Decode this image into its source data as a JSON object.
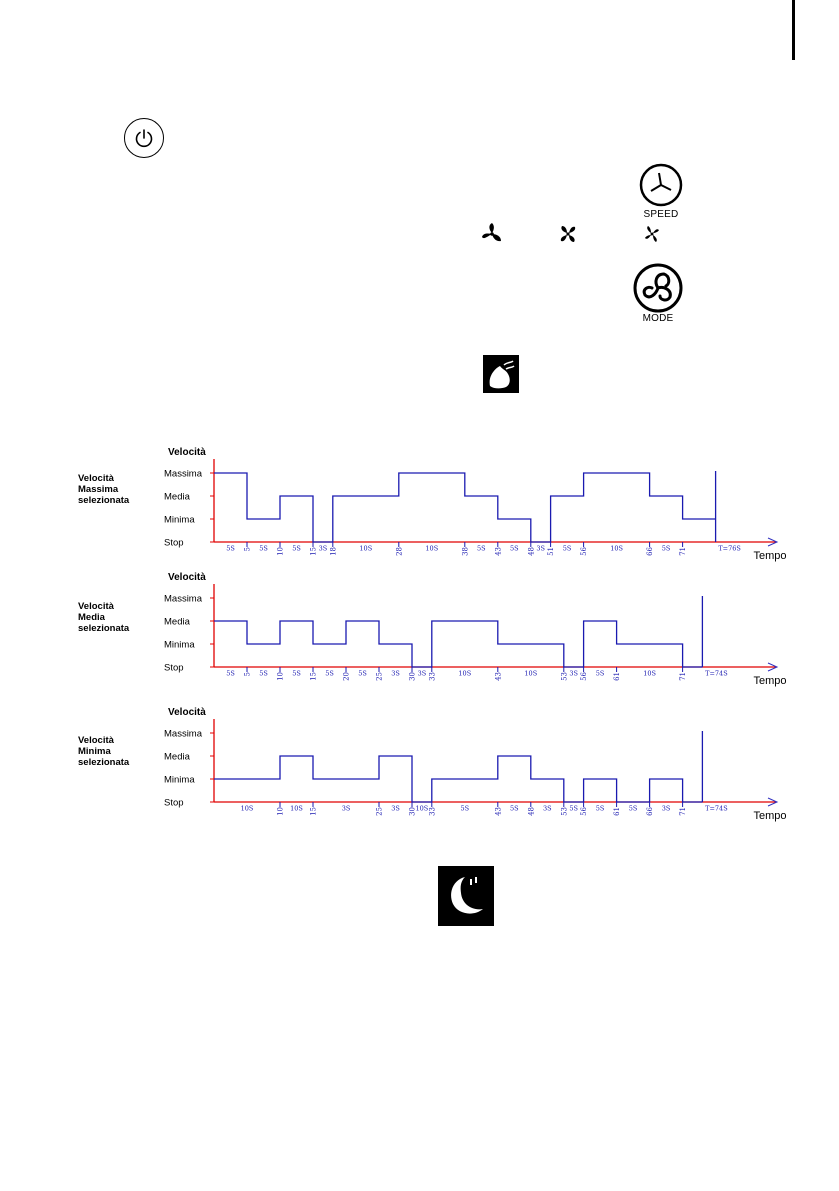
{
  "buttons": {
    "power": {
      "icon": "power-icon"
    },
    "speed": {
      "icon": "fan-three-blade-icon",
      "label": "SPEED"
    },
    "mode": {
      "icon": "swirl-icon",
      "label": "MODE"
    }
  },
  "speed_levels": [
    {
      "icon": "fan-low-icon"
    },
    {
      "icon": "fan-medium-icon"
    },
    {
      "icon": "fan-high-icon"
    }
  ],
  "natural_wind_icon": "natural-wind-icon",
  "sleep_icon": "sleep-moon-icon",
  "colors": {
    "axis": "#e00000",
    "signal": "#1a1ab0",
    "tick_text": "#1a1ab0"
  },
  "chart_data": [
    {
      "type": "line",
      "title": "",
      "ylabel": "Velocità",
      "xlabel": "Tempo",
      "y_levels": [
        "Stop",
        "Minima",
        "Media",
        "Massima"
      ],
      "selection_label": [
        "Velocità",
        "Massima",
        "selezionata"
      ],
      "x": [
        0,
        5,
        10,
        15,
        18,
        28,
        38,
        43,
        48,
        51,
        56,
        66,
        71,
        76
      ],
      "x_tick_labels": [
        "5",
        "10",
        "15",
        "18",
        "28",
        "38",
        "43",
        "48",
        "51",
        "56",
        "66",
        "71"
      ],
      "durations": [
        "5S",
        "5S",
        "5S",
        "3S",
        "10S",
        "10S",
        "5S",
        "5S",
        "3S",
        "5S",
        "10S",
        "5S"
      ],
      "total_label": "T=76S",
      "levels": [
        "Massima",
        "Minima",
        "Media",
        "Stop",
        "Media",
        "Massima",
        "Media",
        "Minima",
        "Stop",
        "Media",
        "Massima",
        "Media",
        "Minima"
      ]
    },
    {
      "type": "line",
      "title": "",
      "ylabel": "Velocità",
      "xlabel": "Tempo",
      "y_levels": [
        "Stop",
        "Minima",
        "Media",
        "Massima"
      ],
      "selection_label": [
        "Velocità",
        "Media",
        "selezionata"
      ],
      "x": [
        0,
        5,
        10,
        15,
        20,
        25,
        30,
        33,
        43,
        53,
        56,
        61,
        71,
        74
      ],
      "x_tick_labels": [
        "5",
        "10",
        "15",
        "20",
        "25",
        "30",
        "33",
        "43",
        "53",
        "56",
        "61",
        "71"
      ],
      "durations": [
        "5S",
        "5S",
        "5S",
        "5S",
        "5S",
        "3S",
        "3S",
        "10S",
        "10S",
        "3S",
        "5S",
        "10S"
      ],
      "total_label": "T=74S",
      "levels": [
        "Media",
        "Minima",
        "Media",
        "Minima",
        "Media",
        "Minima",
        "Stop",
        "Media",
        "Minima",
        "Stop",
        "Media",
        "Minima",
        "Stop"
      ]
    },
    {
      "type": "line",
      "title": "",
      "ylabel": "Velocità",
      "xlabel": "Tempo",
      "y_levels": [
        "Stop",
        "Minima",
        "Media",
        "Massima"
      ],
      "selection_label": [
        "Velocità",
        "Minima",
        "selezionata"
      ],
      "x": [
        0,
        10,
        15,
        25,
        30,
        33,
        43,
        48,
        53,
        56,
        61,
        66,
        71,
        74
      ],
      "x_tick_labels": [
        "10",
        "15",
        "25",
        "30",
        "33",
        "43",
        "48",
        "53",
        "56",
        "61",
        "66",
        "71"
      ],
      "durations": [
        "10S",
        "10S",
        "3S",
        "3S",
        "10S",
        "5S",
        "5S",
        "3S",
        "5S",
        "5S",
        "5S",
        "3S"
      ],
      "total_label": "T=74S",
      "levels": [
        "Minima",
        "Media",
        "Minima",
        "Media",
        "Stop",
        "Minima",
        "Media",
        "Minima",
        "Stop",
        "Minima",
        "Stop",
        "Minima",
        "Stop"
      ]
    }
  ]
}
